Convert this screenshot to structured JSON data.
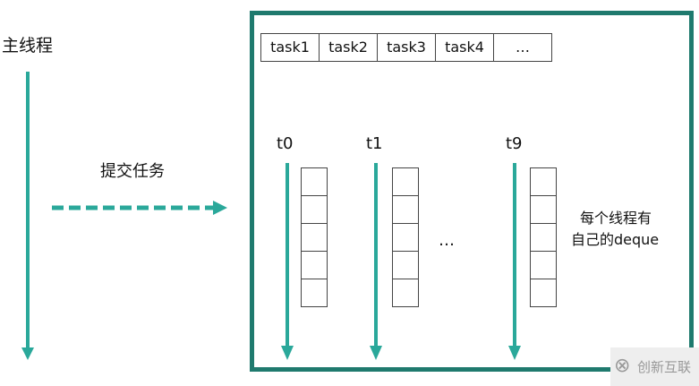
{
  "main_thread_label": "主线程",
  "submit_label": "提交任务",
  "tasks": [
    "task1",
    "task2",
    "task3",
    "task4",
    "…"
  ],
  "threads": [
    {
      "label": "t0"
    },
    {
      "label": "t1"
    },
    {
      "label": "t9"
    }
  ],
  "threads_ellipsis": "…",
  "note_line1": "每个线程有",
  "note_line2": "自己的deque",
  "watermark": "创新互联",
  "colors": {
    "arrow": "#2aa89a",
    "frame": "#1f7a6e"
  }
}
